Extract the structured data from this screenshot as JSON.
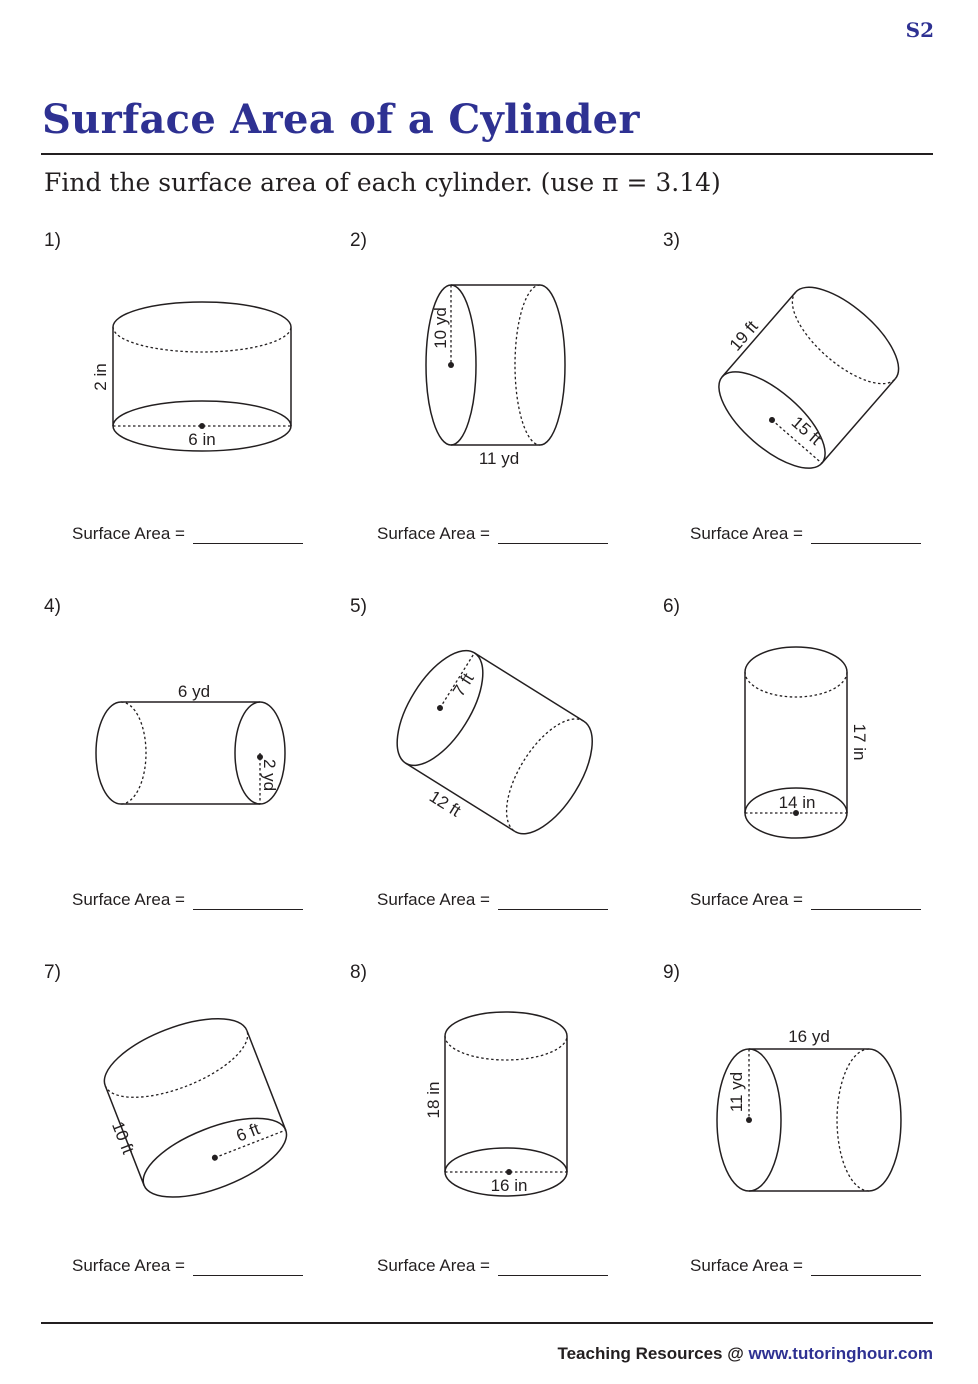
{
  "header": {
    "code": "S2",
    "title": "Surface Area of a Cylinder",
    "instruction": "Find the surface area of each cylinder. (use π = 3.14)"
  },
  "answer_label": "Surface Area =",
  "problems": [
    {
      "number": "1)",
      "labels": [
        "2 in",
        "6 in"
      ]
    },
    {
      "number": "2)",
      "labels": [
        "10 yd",
        "11 yd"
      ]
    },
    {
      "number": "3)",
      "labels": [
        "19 ft",
        "15 ft"
      ]
    },
    {
      "number": "4)",
      "labels": [
        "6 yd",
        "2 yd"
      ]
    },
    {
      "number": "5)",
      "labels": [
        "7 ft",
        "12 ft"
      ]
    },
    {
      "number": "6)",
      "labels": [
        "17 in",
        "14 in"
      ]
    },
    {
      "number": "7)",
      "labels": [
        "10 ft",
        "6 ft"
      ]
    },
    {
      "number": "8)",
      "labels": [
        "18 in",
        "16 in"
      ]
    },
    {
      "number": "9)",
      "labels": [
        "11 yd",
        "16 yd"
      ]
    }
  ],
  "footer": {
    "text": "Teaching Resources @ ",
    "url": "www.tutoringhour.com"
  }
}
